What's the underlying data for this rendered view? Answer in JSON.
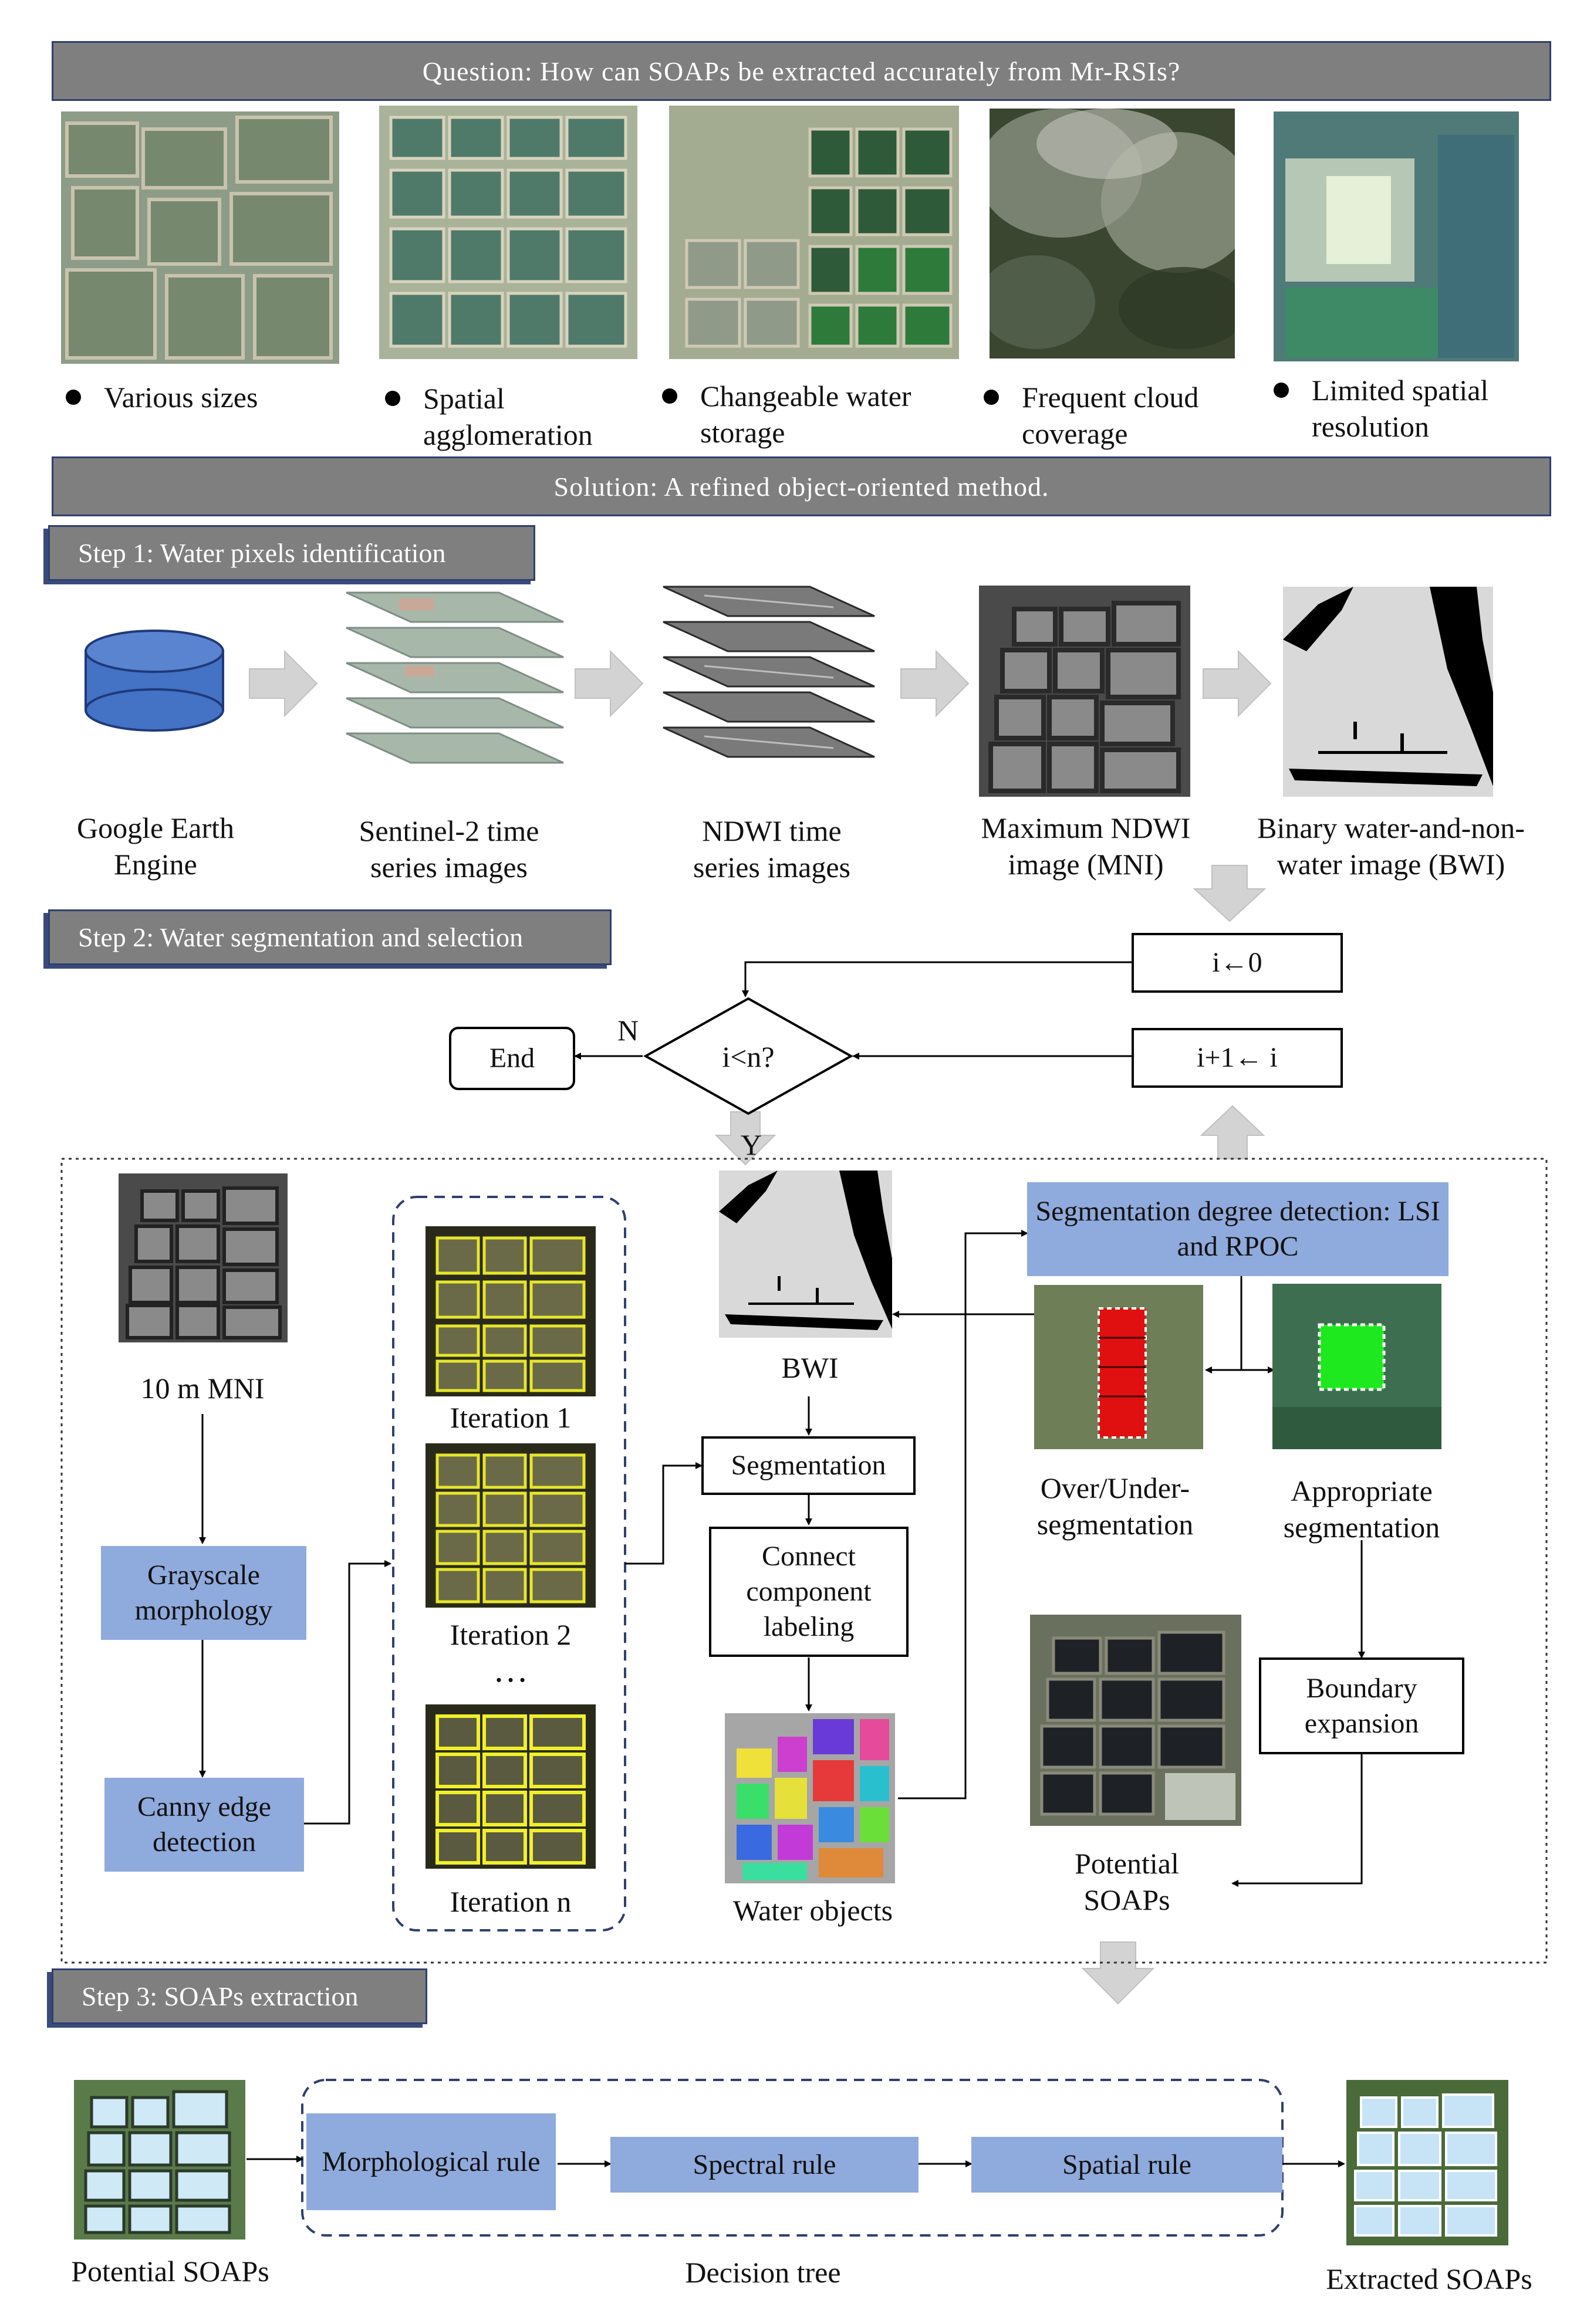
{
  "question": "Question: How can SOAPs be extracted accurately from Mr-RSIs?",
  "challenges": [
    "Various sizes",
    "Spatial agglomeration",
    "Changeable water storage",
    "Frequent cloud coverage",
    "Limited spatial resolution"
  ],
  "solution": "Solution: A refined object-oriented method.",
  "step1": {
    "title": "Step 1: Water pixels identification",
    "items": [
      "Google Earth Engine",
      "Sentinel-2 time series images",
      "NDWI time series images",
      "Maximum NDWI image (MNI)",
      "Binary water-and-non-water image (BWI)"
    ]
  },
  "step2": {
    "title": "Step 2: Water segmentation and selection",
    "init": "i←0",
    "increment": "i+1← i",
    "condition": "i<n?",
    "end": "End",
    "no": "N",
    "yes": "Y",
    "mni": "10 m MNI",
    "grayscale": "Grayscale morphology",
    "canny": "Canny edge detection",
    "iterations": [
      "Iteration 1",
      "Iteration 2",
      "Iteration n"
    ],
    "ellipsis": "…",
    "bwi": "BWI",
    "segmentation": "Segmentation",
    "ccl": "Connect component labeling",
    "water_objects": "Water objects",
    "detection": "Segmentation degree detection: LSI and RPOC",
    "over_under": "Over/Under-segmentation",
    "appropriate": "Appropriate segmentation",
    "boundary": "Boundary expansion",
    "potential": "Potential SOAPs"
  },
  "step3": {
    "title": "Step 3: SOAPs extraction",
    "potential": "Potential SOAPs",
    "rules": [
      "Morphological rule",
      "Spectral rule",
      "Spatial rule"
    ],
    "decision_tree": "Decision tree",
    "extracted": "Extracted SOAPs"
  },
  "colors": {
    "banner": "#7f7f7f",
    "blue_box": "#8faadc",
    "frame": "#2f3f6f",
    "arrow_fill": "#d0d0d0"
  }
}
